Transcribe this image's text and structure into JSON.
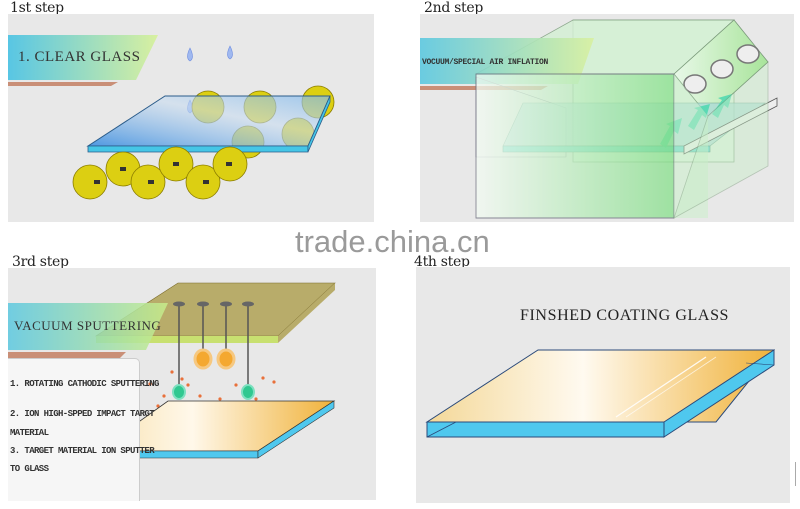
{
  "steps": [
    {
      "label": "1st step",
      "banner": "1. CLEAR GLASS",
      "illustration": "glass-plate-on-brush-rollers-with-water-drops"
    },
    {
      "label": "2nd step",
      "banner": "VOCUUM/SPECIAL AIR INFLATION",
      "illustration": "glass-in-green-vacuum-chamber-with-air-vents"
    },
    {
      "label": "3rd step",
      "banner": "VACUUM SPUTTERING",
      "notes": [
        "1. ROTATING CATHODIC SPUTTERING",
        "2. ION HIGH-SPPED IMPACT TARGT",
        "MATERIAL",
        "3. TARGET MATERIAL ION SPUTTER",
        "TO GLASS"
      ],
      "illustration": "cathode-target-plate-with-ions-over-coated-glass"
    },
    {
      "label": "4th step",
      "banner": "FINSHED COATING GLASS",
      "illustration": "finished-gold-coated-glass-plate"
    }
  ],
  "watermark": "trade.china.cn",
  "colors": {
    "panel_bg": "#e8e8e8",
    "glass_edge": "#4fc8ee",
    "coating_gold": "#f0b23a",
    "chamber_green": "#7fdc8a",
    "brush_yellow": "#e6d21a",
    "banner_blue": "#5cc8e0",
    "banner_green": "#c8ec8a",
    "banner_underline": "#c98f77"
  }
}
